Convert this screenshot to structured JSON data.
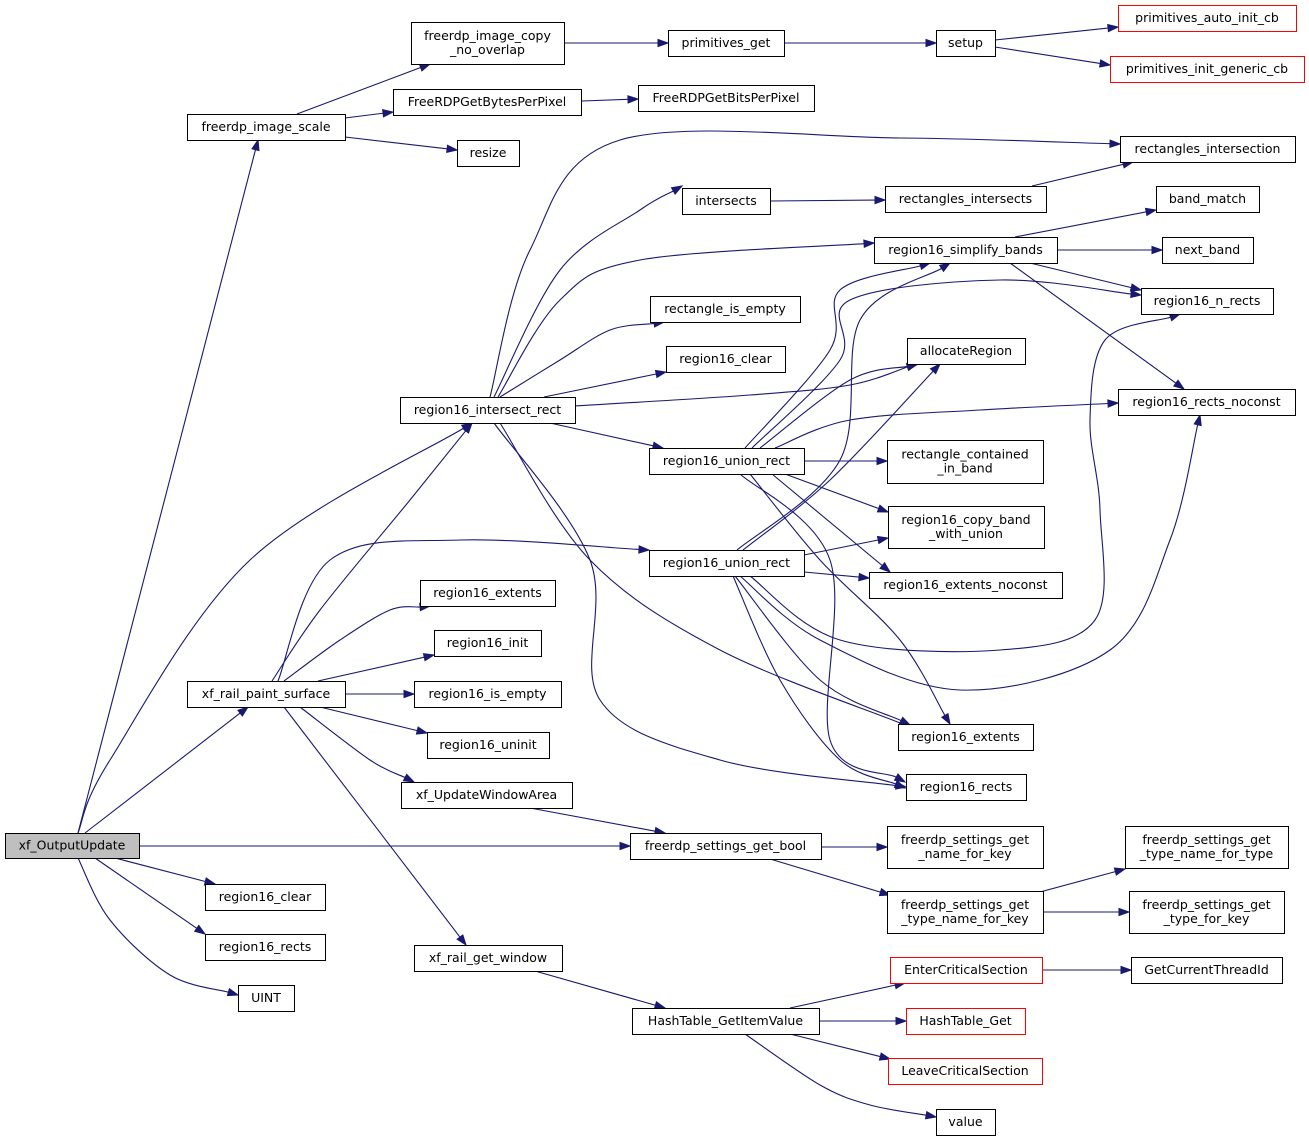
{
  "nodes": {
    "xf_OutputUpdate": {
      "lines": [
        "xf_OutputUpdate"
      ]
    },
    "freerdp_image_scale": {
      "lines": [
        "freerdp_image_scale"
      ]
    },
    "freerdp_image_copy_no_overlap": {
      "lines": [
        "freerdp_image_copy",
        "_no_overlap"
      ]
    },
    "primitives_get": {
      "lines": [
        "primitives_get"
      ]
    },
    "setup": {
      "lines": [
        "setup"
      ]
    },
    "primitives_auto_init_cb": {
      "lines": [
        "primitives_auto_init_cb"
      ]
    },
    "primitives_init_generic_cb": {
      "lines": [
        "primitives_init_generic_cb"
      ]
    },
    "FreeRDPGetBytesPerPixel": {
      "lines": [
        "FreeRDPGetBytesPerPixel"
      ]
    },
    "FreeRDPGetBitsPerPixel": {
      "lines": [
        "FreeRDPGetBitsPerPixel"
      ]
    },
    "resize": {
      "lines": [
        "resize"
      ]
    },
    "rectangles_intersection": {
      "lines": [
        "rectangles_intersection"
      ]
    },
    "intersects": {
      "lines": [
        "intersects"
      ]
    },
    "rectangles_intersects": {
      "lines": [
        "rectangles_intersects"
      ]
    },
    "band_match": {
      "lines": [
        "band_match"
      ]
    },
    "region16_simplify_bands": {
      "lines": [
        "region16_simplify_bands"
      ]
    },
    "next_band": {
      "lines": [
        "next_band"
      ]
    },
    "region16_n_rects": {
      "lines": [
        "region16_n_rects"
      ]
    },
    "rectangle_is_empty": {
      "lines": [
        "rectangle_is_empty"
      ]
    },
    "region16_clear_a": {
      "lines": [
        "region16_clear"
      ]
    },
    "allocateRegion": {
      "lines": [
        "allocateRegion"
      ]
    },
    "region16_intersect_rect": {
      "lines": [
        "region16_intersect_rect"
      ]
    },
    "region16_rects_noconst": {
      "lines": [
        "region16_rects_noconst"
      ]
    },
    "region16_union_rect_a": {
      "lines": [
        "region16_union_rect"
      ]
    },
    "rectangle_contained_in_band": {
      "lines": [
        "rectangle_contained",
        "_in_band"
      ]
    },
    "region16_copy_band_with_union": {
      "lines": [
        "region16_copy_band",
        "_with_union"
      ]
    },
    "region16_union_rect_b": {
      "lines": [
        "region16_union_rect"
      ]
    },
    "region16_extents_noconst": {
      "lines": [
        "region16_extents_noconst"
      ]
    },
    "region16_extents_a": {
      "lines": [
        "region16_extents"
      ]
    },
    "region16_init": {
      "lines": [
        "region16_init"
      ]
    },
    "xf_rail_paint_surface": {
      "lines": [
        "xf_rail_paint_surface"
      ]
    },
    "region16_is_empty": {
      "lines": [
        "region16_is_empty"
      ]
    },
    "region16_uninit": {
      "lines": [
        "region16_uninit"
      ]
    },
    "region16_extents_b": {
      "lines": [
        "region16_extents"
      ]
    },
    "xf_UpdateWindowArea": {
      "lines": [
        "xf_UpdateWindowArea"
      ]
    },
    "region16_rects_a": {
      "lines": [
        "region16_rects"
      ]
    },
    "freerdp_settings_get_bool": {
      "lines": [
        "freerdp_settings_get_bool"
      ]
    },
    "freerdp_settings_get_name_for_key": {
      "lines": [
        "freerdp_settings_get",
        "_name_for_key"
      ]
    },
    "freerdp_settings_get_type_name_for_type": {
      "lines": [
        "freerdp_settings_get",
        "_type_name_for_type"
      ]
    },
    "freerdp_settings_get_type_name_for_key": {
      "lines": [
        "freerdp_settings_get",
        "_type_name_for_key"
      ]
    },
    "freerdp_settings_get_type_for_key": {
      "lines": [
        "freerdp_settings_get",
        "_type_for_key"
      ]
    },
    "region16_clear_b": {
      "lines": [
        "region16_clear"
      ]
    },
    "region16_rects_b": {
      "lines": [
        "region16_rects"
      ]
    },
    "xf_rail_get_window": {
      "lines": [
        "xf_rail_get_window"
      ]
    },
    "EnterCriticalSection": {
      "lines": [
        "EnterCriticalSection"
      ]
    },
    "GetCurrentThreadId": {
      "lines": [
        "GetCurrentThreadId"
      ]
    },
    "UINT": {
      "lines": [
        "UINT"
      ]
    },
    "HashTable_GetItemValue": {
      "lines": [
        "HashTable_GetItemValue"
      ]
    },
    "HashTable_Get": {
      "lines": [
        "HashTable_Get"
      ]
    },
    "LeaveCriticalSection": {
      "lines": [
        "LeaveCriticalSection"
      ]
    },
    "value": {
      "lines": [
        "value"
      ]
    }
  },
  "edges": [
    [
      "xf_OutputUpdate",
      "freerdp_image_scale"
    ],
    [
      "xf_OutputUpdate",
      "region16_intersect_rect"
    ],
    [
      "xf_OutputUpdate",
      "xf_rail_paint_surface"
    ],
    [
      "xf_OutputUpdate",
      "freerdp_settings_get_bool"
    ],
    [
      "xf_OutputUpdate",
      "region16_clear_b"
    ],
    [
      "xf_OutputUpdate",
      "region16_rects_b"
    ],
    [
      "xf_OutputUpdate",
      "UINT"
    ],
    [
      "freerdp_image_scale",
      "freerdp_image_copy_no_overlap"
    ],
    [
      "freerdp_image_scale",
      "FreeRDPGetBytesPerPixel"
    ],
    [
      "freerdp_image_scale",
      "resize"
    ],
    [
      "freerdp_image_copy_no_overlap",
      "primitives_get"
    ],
    [
      "primitives_get",
      "setup"
    ],
    [
      "setup",
      "primitives_auto_init_cb"
    ],
    [
      "setup",
      "primitives_init_generic_cb"
    ],
    [
      "FreeRDPGetBytesPerPixel",
      "FreeRDPGetBitsPerPixel"
    ],
    [
      "intersects",
      "rectangles_intersects"
    ],
    [
      "rectangles_intersects",
      "rectangles_intersection"
    ],
    [
      "region16_intersect_rect",
      "rectangles_intersection"
    ],
    [
      "region16_intersect_rect",
      "intersects"
    ],
    [
      "region16_intersect_rect",
      "region16_simplify_bands"
    ],
    [
      "region16_intersect_rect",
      "rectangle_is_empty"
    ],
    [
      "region16_intersect_rect",
      "region16_clear_a"
    ],
    [
      "region16_intersect_rect",
      "allocateRegion"
    ],
    [
      "region16_intersect_rect",
      "region16_union_rect_a"
    ],
    [
      "region16_intersect_rect",
      "region16_extents_a"
    ],
    [
      "region16_intersect_rect",
      "region16_rects_a"
    ],
    [
      "region16_simplify_bands",
      "band_match"
    ],
    [
      "region16_simplify_bands",
      "next_band"
    ],
    [
      "region16_simplify_bands",
      "region16_n_rects"
    ],
    [
      "region16_simplify_bands",
      "region16_rects_noconst"
    ],
    [
      "region16_union_rect_a",
      "region16_simplify_bands"
    ],
    [
      "region16_union_rect_a",
      "region16_n_rects"
    ],
    [
      "region16_union_rect_a",
      "allocateRegion"
    ],
    [
      "region16_union_rect_a",
      "region16_rects_noconst"
    ],
    [
      "region16_union_rect_a",
      "rectangle_contained_in_band"
    ],
    [
      "region16_union_rect_a",
      "region16_copy_band_with_union"
    ],
    [
      "region16_union_rect_a",
      "region16_extents_noconst"
    ],
    [
      "region16_union_rect_a",
      "region16_extents_a"
    ],
    [
      "region16_union_rect_a",
      "region16_rects_a"
    ],
    [
      "region16_union_rect_b",
      "region16_simplify_bands"
    ],
    [
      "region16_union_rect_b",
      "allocateRegion"
    ],
    [
      "region16_union_rect_b",
      "region16_copy_band_with_union"
    ],
    [
      "region16_union_rect_b",
      "region16_extents_noconst"
    ],
    [
      "region16_union_rect_b",
      "region16_n_rects"
    ],
    [
      "region16_union_rect_b",
      "region16_rects_noconst"
    ],
    [
      "region16_union_rect_b",
      "region16_extents_a"
    ],
    [
      "region16_union_rect_b",
      "region16_rects_a"
    ],
    [
      "xf_rail_paint_surface",
      "region16_intersect_rect"
    ],
    [
      "xf_rail_paint_surface",
      "region16_union_rect_b"
    ],
    [
      "xf_rail_paint_surface",
      "region16_extents_b"
    ],
    [
      "xf_rail_paint_surface",
      "region16_init"
    ],
    [
      "xf_rail_paint_surface",
      "region16_is_empty"
    ],
    [
      "xf_rail_paint_surface",
      "region16_uninit"
    ],
    [
      "xf_rail_paint_surface",
      "xf_UpdateWindowArea"
    ],
    [
      "xf_rail_paint_surface",
      "xf_rail_get_window"
    ],
    [
      "xf_UpdateWindowArea",
      "freerdp_settings_get_bool"
    ],
    [
      "freerdp_settings_get_bool",
      "freerdp_settings_get_name_for_key"
    ],
    [
      "freerdp_settings_get_bool",
      "freerdp_settings_get_type_name_for_key"
    ],
    [
      "freerdp_settings_get_type_name_for_key",
      "freerdp_settings_get_type_name_for_type"
    ],
    [
      "freerdp_settings_get_type_name_for_key",
      "freerdp_settings_get_type_for_key"
    ],
    [
      "xf_rail_get_window",
      "HashTable_GetItemValue"
    ],
    [
      "HashTable_GetItemValue",
      "EnterCriticalSection"
    ],
    [
      "HashTable_GetItemValue",
      "HashTable_Get"
    ],
    [
      "HashTable_GetItemValue",
      "LeaveCriticalSection"
    ],
    [
      "HashTable_GetItemValue",
      "value"
    ],
    [
      "EnterCriticalSection",
      "GetCurrentThreadId"
    ]
  ],
  "colors": {
    "edge": "#191970",
    "root_fill": "#bfbfbf",
    "truncated_border": "#ff0000",
    "border": "#000000"
  }
}
